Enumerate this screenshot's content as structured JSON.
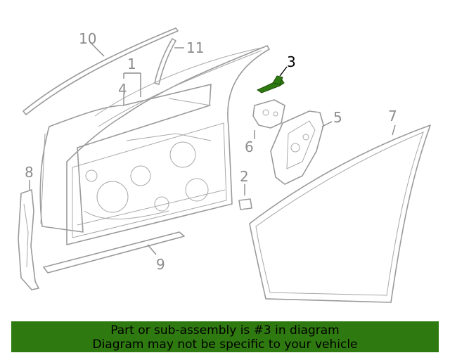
{
  "diagram": {
    "callouts": [
      {
        "id": "1",
        "label": "1"
      },
      {
        "id": "2",
        "label": "2"
      },
      {
        "id": "3",
        "label": "3"
      },
      {
        "id": "4",
        "label": "4"
      },
      {
        "id": "5",
        "label": "5"
      },
      {
        "id": "6",
        "label": "6"
      },
      {
        "id": "7",
        "label": "7"
      },
      {
        "id": "8",
        "label": "8"
      },
      {
        "id": "9",
        "label": "9"
      },
      {
        "id": "10",
        "label": "10"
      },
      {
        "id": "11",
        "label": "11"
      }
    ],
    "highlighted_part": "3",
    "colors": {
      "part_line": "#9a9a9a",
      "callout_text": "#8c8c8c",
      "highlight_part": "#2f7a10",
      "highlight_label": "#000000",
      "banner_bg": "#2f7a10"
    }
  },
  "banner": {
    "line1": "Part or sub-assembly is #3 in diagram",
    "line2": "Diagram may not be specific to your vehicle"
  }
}
